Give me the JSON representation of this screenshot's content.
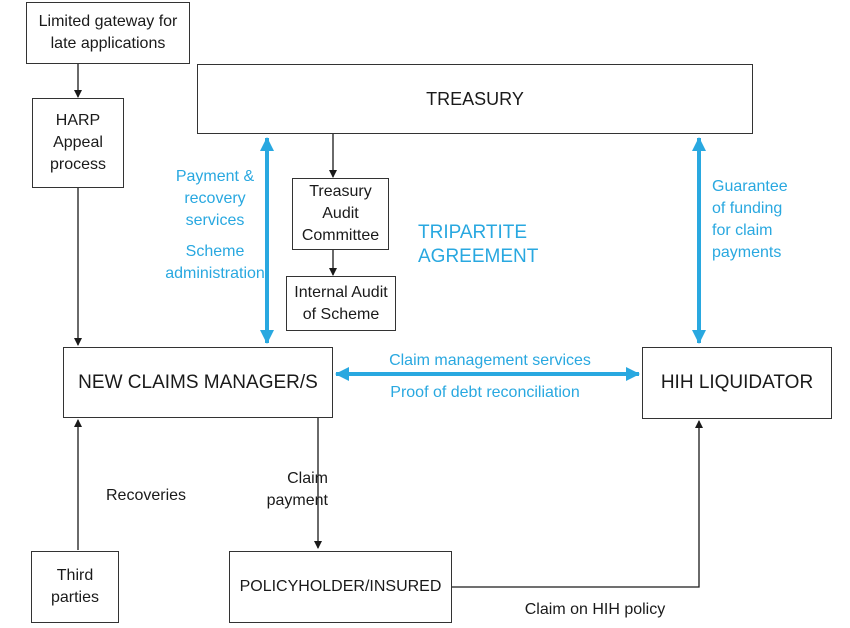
{
  "boxes": {
    "gateway": "Limited gateway for\nlate applications",
    "harp": "HARP\nAppeal\nprocess",
    "treasury": "TREASURY",
    "audit_committee": "Treasury\nAudit\nCommittee",
    "internal_audit": "Internal Audit\nof Scheme",
    "new_claims": "NEW CLAIMS MANAGER/S",
    "hih_liquidator": "HIH LIQUIDATOR",
    "third_parties": "Third\nparties",
    "policyholder": "POLICYHOLDER/INSURED"
  },
  "labels": {
    "payment_services": "Payment &\nrecovery\nservices",
    "scheme_admin": "Scheme\nadministration",
    "tripartite": "TRIPARTITE\nAGREEMENT",
    "guarantee": "Guarantee\nof funding\nfor claim\npayments",
    "claim_mgmt": "Claim management services",
    "proof_of_debt": "Proof of debt reconciliation",
    "recoveries": "Recoveries",
    "claim_payment": "Claim\npayment",
    "claim_on_policy": "Claim on HIH policy"
  },
  "colors": {
    "accent": "#29a8e0",
    "line": "#1a1a1a"
  }
}
